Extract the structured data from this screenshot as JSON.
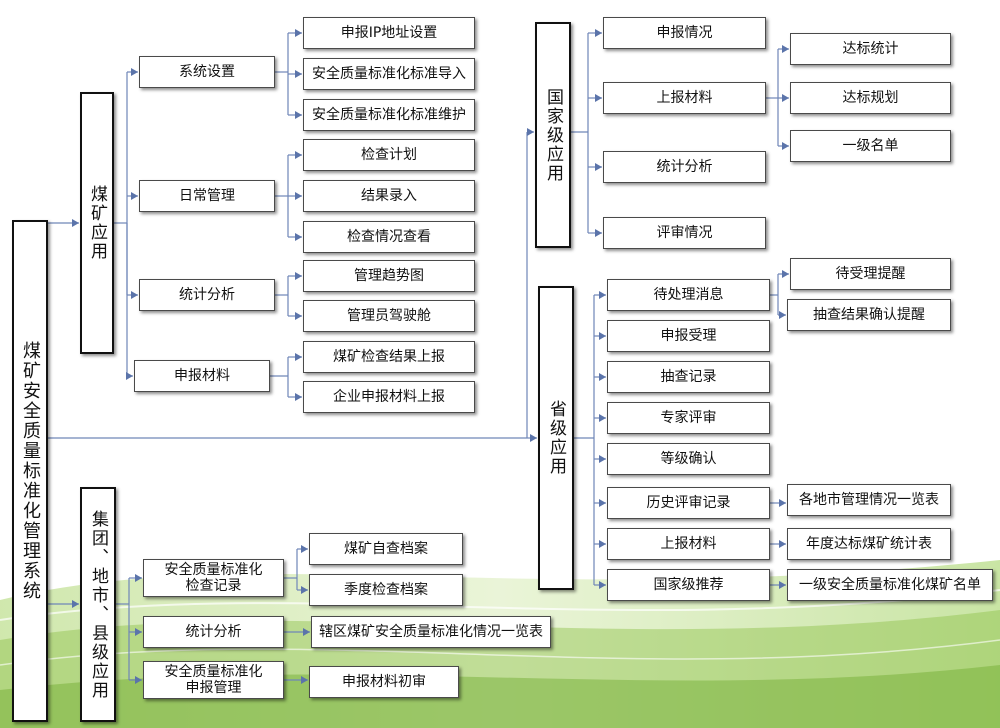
{
  "colors": {
    "connector": "#6f86b8",
    "arrow": "#5b74aa",
    "box_border": "#4a4a4a",
    "wave": "#8fc24a"
  },
  "root": "煤矿安全质量标准化管理系统",
  "mine": {
    "title": "煤矿应用",
    "system": {
      "label": "系统设置",
      "items": [
        "申报IP地址设置",
        "安全质量标准化标准导入",
        "安全质量标准化标准维护"
      ]
    },
    "daily": {
      "label": "日常管理",
      "items": [
        "检查计划",
        "结果录入",
        "检查情况查看"
      ]
    },
    "stats": {
      "label": "统计分析",
      "items": [
        "管理趋势图",
        "管理员驾驶舱"
      ]
    },
    "report": {
      "label": "申报材料",
      "items": [
        "煤矿检查结果上报",
        "企业申报材料上报"
      ]
    }
  },
  "group": {
    "title": "集团、地市、县级应用",
    "inspect": {
      "label": "安全质量标准化\n检查记录",
      "items": [
        "煤矿自查档案",
        "季度检查档案"
      ]
    },
    "stats": {
      "label": "统计分析",
      "items": [
        "辖区煤矿安全质量标准化情况一览表"
      ]
    },
    "declare": {
      "label": "安全质量标准化\n申报管理",
      "items": [
        "申报材料初审"
      ]
    }
  },
  "national": {
    "title": "国家级应用",
    "items": [
      "申报情况",
      "上报材料",
      "统计分析",
      "评审情况"
    ],
    "sub": [
      "达标统计",
      "达标规划",
      "一级名单"
    ]
  },
  "provincial": {
    "title": "省级应用",
    "items": [
      "待处理消息",
      "申报受理",
      "抽查记录",
      "专家评审",
      "等级确认",
      "历史评审记录",
      "上报材料",
      "国家级推荐"
    ],
    "msg_sub": [
      "待受理提醒",
      "抽查结果确认提醒"
    ],
    "history_sub": "各地市管理情况一览表",
    "upload_sub": "年度达标煤矿统计表",
    "recommend_sub": "一级安全质量标准化煤矿名单"
  }
}
